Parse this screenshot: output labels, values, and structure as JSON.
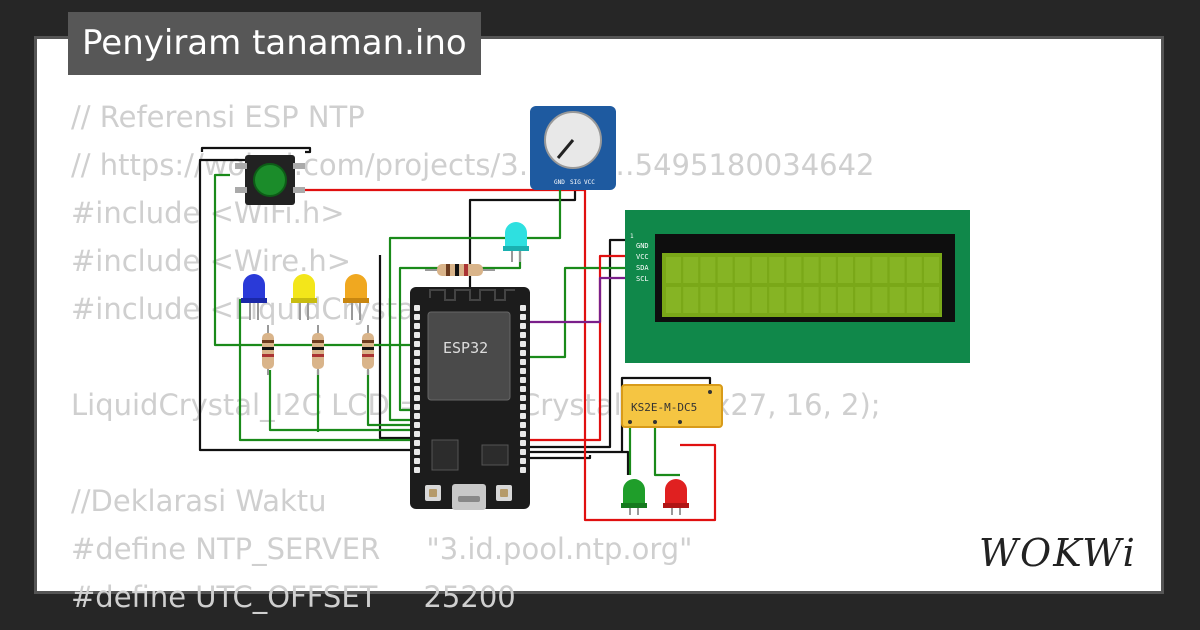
{
  "title": "Penyiram tanaman.ino",
  "code_lines": [
    "// Referensi ESP NTP",
    "// https://wokwi.com/projects/3…………5495180034642",
    "#include <WiFi.h>",
    "#include <Wire.h>",
    "#include <LiquidCrystal_…",
    "",
    "LiquidCrystal_I2C LCD = LiquidCrystal_I2C(0x27, 16, 2);",
    "",
    "//Deklarasi Waktu",
    "#define NTP_SERVER     \"3.id.pool.ntp.org\"",
    "#define UTC_OFFSET     25200"
  ],
  "components": {
    "mcu_label": "ESP32",
    "relay_label": "KS2E-M-DC5",
    "lcd_pins": [
      "GND",
      "VCC",
      "SDA",
      "SCL"
    ],
    "pot_pins": [
      "GND",
      "SIG",
      "VCC"
    ]
  },
  "colors": {
    "wire_black": "#111111",
    "wire_red": "#e01010",
    "wire_green": "#1a8a1a",
    "wire_purple": "#7a1f8a",
    "lcd_board": "#10884a",
    "lcd_screen": "#7aa818",
    "relay": "#f5c542",
    "pot_board": "#1e5aa0"
  },
  "icons": [
    "pushbutton-icon",
    "potentiometer-icon",
    "led-icon",
    "resistor-icon"
  ],
  "logo_text": "WOKWi"
}
